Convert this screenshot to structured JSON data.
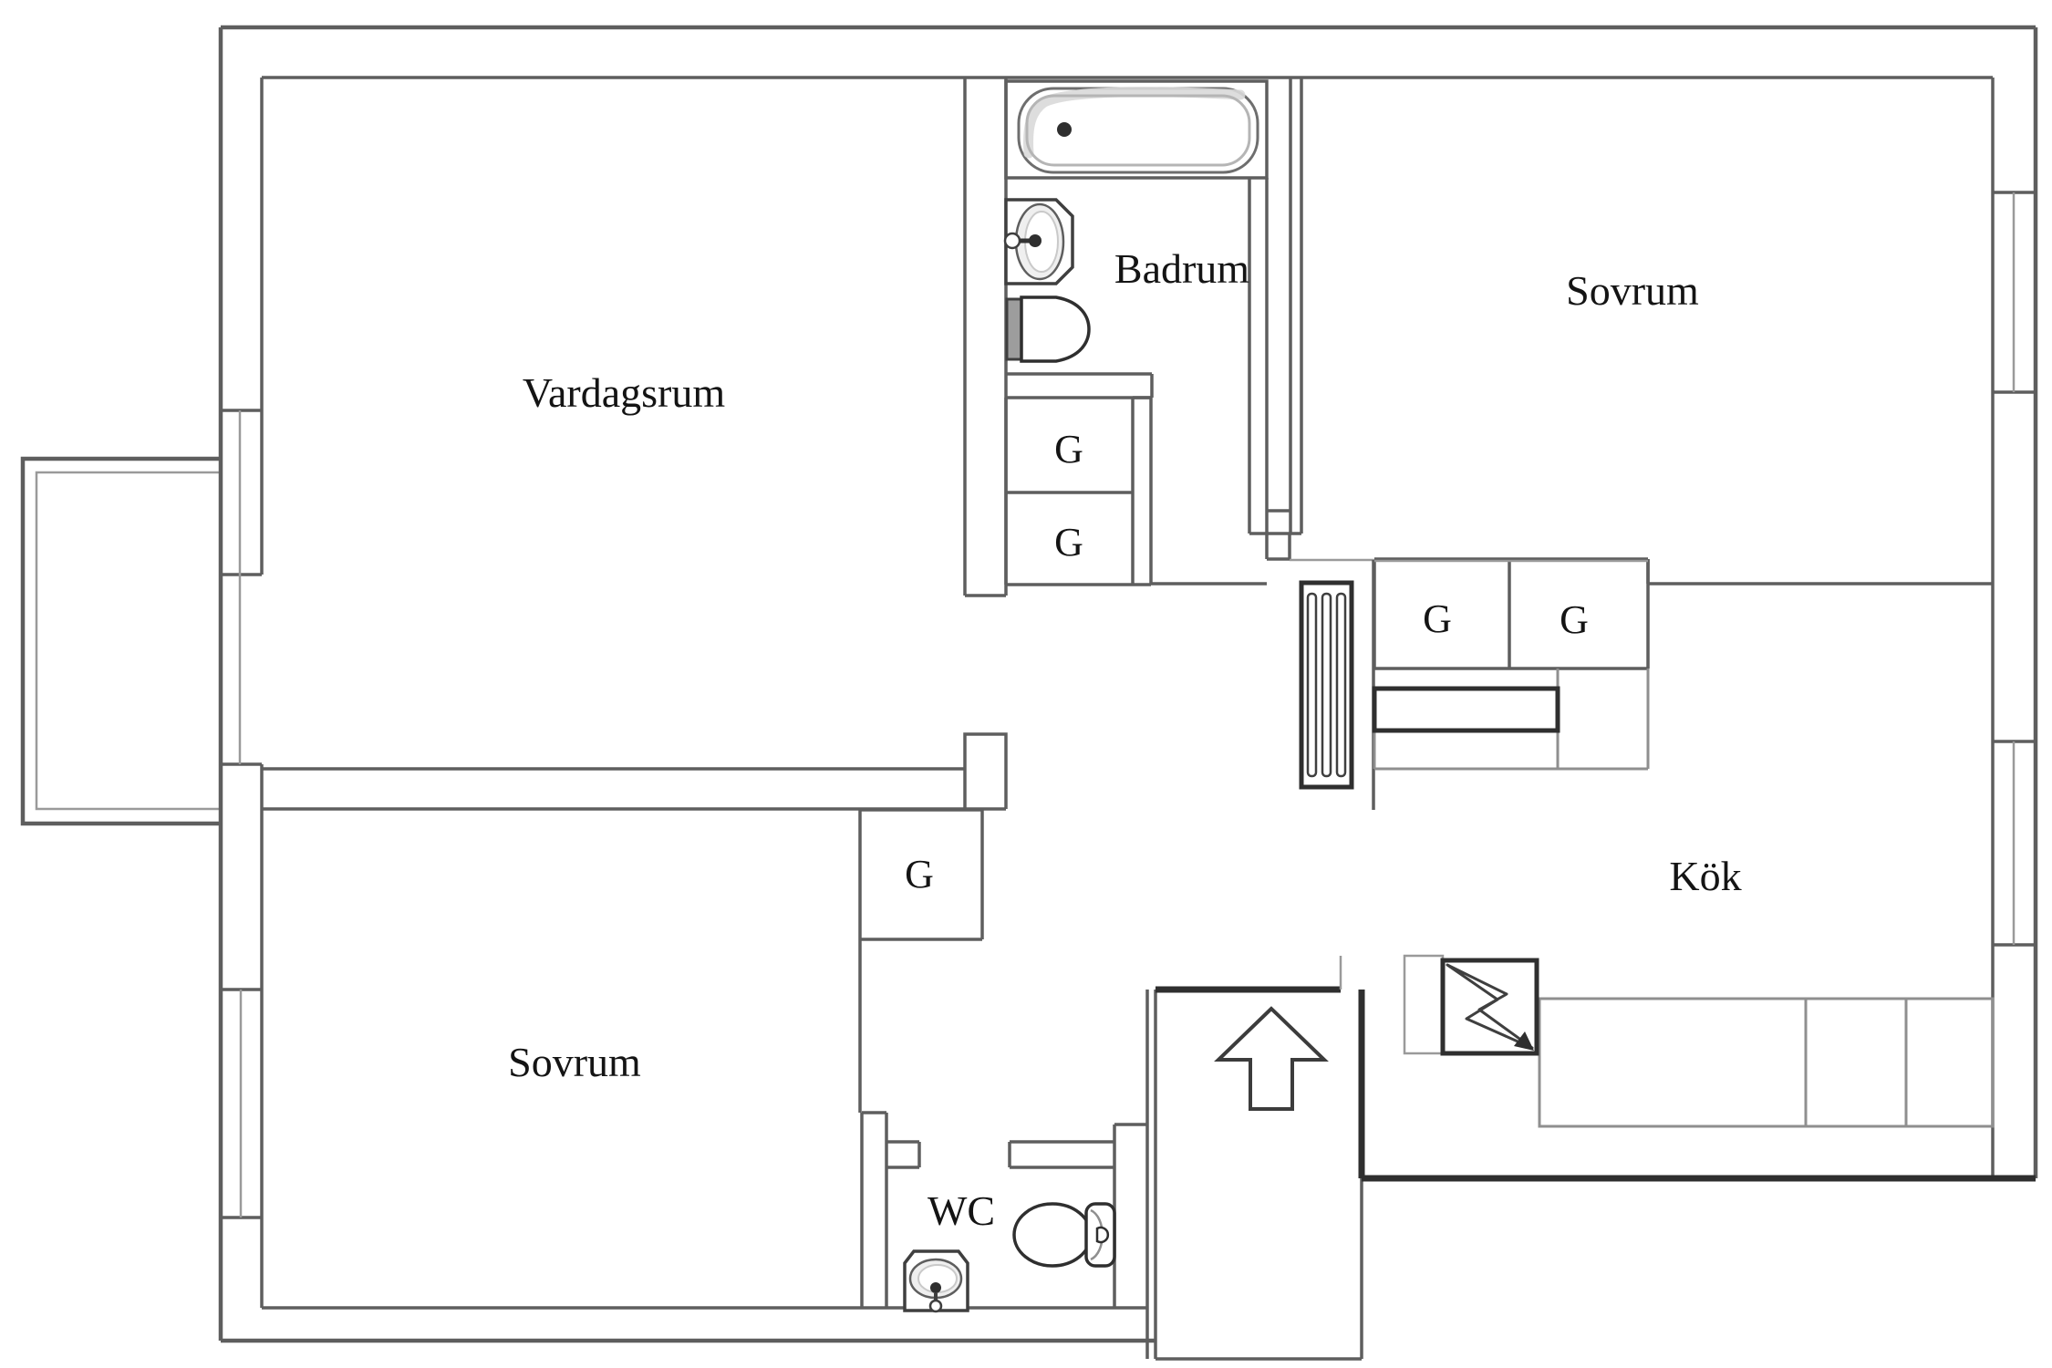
{
  "document": {
    "type": "apartment-floor-plan"
  },
  "rooms": {
    "vardagsrum": {
      "label": "Vardagsrum"
    },
    "badrum": {
      "label": "Badrum"
    },
    "sovrum_top": {
      "label": "Sovrum"
    },
    "kok": {
      "label": "Kök"
    },
    "sovrum_bottom": {
      "label": "Sovrum"
    },
    "wc": {
      "label": "WC"
    }
  },
  "closet": {
    "label": "G"
  },
  "icons": [
    "bathtub-icon",
    "washbasin-icon",
    "toilet-icon",
    "radiator-icon",
    "electrical-panel-icon",
    "entrance-arrow-icon",
    "kitchen-counter",
    "balcony",
    "window"
  ],
  "colors": {
    "background": "#ffffff",
    "wall": "#5e5e5e",
    "wallLight": "#9a9a9a",
    "bold": "#2f2f2f",
    "counter": "#8f8f8f",
    "fixture": "#3f3f3f",
    "shade": "#d9d9d9",
    "text": "#141414"
  }
}
